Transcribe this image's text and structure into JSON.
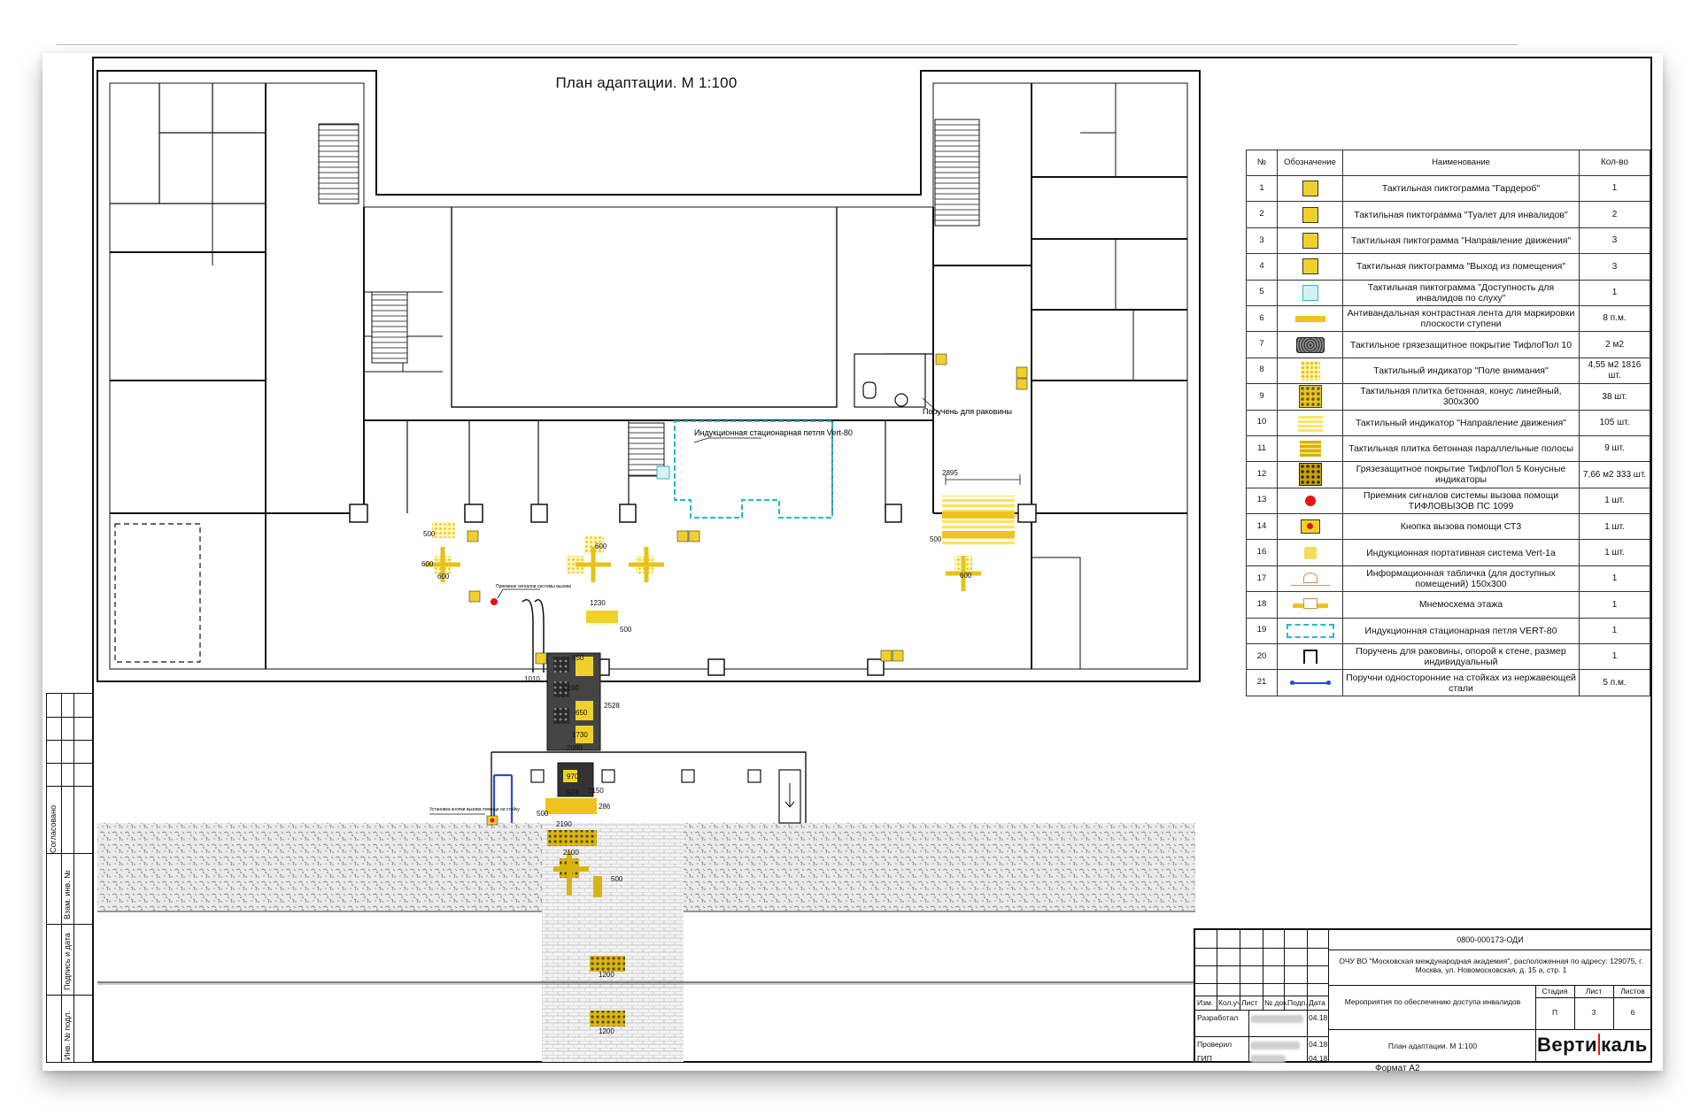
{
  "plan": {
    "title": "План адаптации. М 1:100",
    "annotations": {
      "induction_loop": "Индукционная стационарная петля Vert-80",
      "sink_handrail": "Поручень для раковины",
      "receiver_note": "Приемник сигналов системы вызова",
      "button_note": "Установка кнопки вызова помощи на стойку"
    },
    "dimensions": {
      "d2895": "2895",
      "d500a": "500",
      "d600a": "600",
      "d600b": "600",
      "d600c": "600",
      "d500b": "500",
      "d600d": "600",
      "d1230": "1230",
      "d500c": "500",
      "d650a": "650",
      "d1010": "1010",
      "d2190a": "2190",
      "d650b": "650",
      "d2528": "2528",
      "d1730": "1730",
      "d2090": "2090",
      "d970": "970",
      "d2150": "2150",
      "d286": "286",
      "d924": "924",
      "d2190b": "2190",
      "d500d": "500",
      "d2100": "2100",
      "d500e": "500",
      "d1200a": "1200",
      "d1200b": "1200"
    }
  },
  "legend": {
    "headers": {
      "no": "№",
      "symbol": "Обозначение",
      "name": "Наименование",
      "qty": "Кол-во"
    },
    "rows": [
      {
        "no": "1",
        "symbol": "pictogram-wardrobe-icon",
        "name": "Тактильная пиктограмма \"Гардероб\"",
        "qty": "1"
      },
      {
        "no": "2",
        "symbol": "pictogram-toilet-icon",
        "name": "Тактильная пиктограмма \"Туалет для инвалидов\"",
        "qty": "2"
      },
      {
        "no": "3",
        "symbol": "pictogram-direction-icon",
        "name": "Тактильная пиктограмма \"Направление движения\"",
        "qty": "3"
      },
      {
        "no": "4",
        "symbol": "pictogram-exit-icon",
        "name": "Тактильная пиктограмма \"Выход из помещения\"",
        "qty": "3"
      },
      {
        "no": "5",
        "symbol": "pictogram-hearing-icon",
        "name": "Тактильная пиктограмма \"Доступность для инвалидов по слуху\"",
        "qty": "1"
      },
      {
        "no": "6",
        "symbol": "contrast-tape-icon",
        "name": "Антивандальная контрастная лента для маркировки плоскости ступени",
        "qty": "8 п.м."
      },
      {
        "no": "7",
        "symbol": "dirt-coating-icon",
        "name": "Тактильное грязезащитное покрытие ТифлоПол 10",
        "qty": "2 м2"
      },
      {
        "no": "8",
        "symbol": "attention-field-icon",
        "name": "Тактильный индикатор \"Поле внимания\"",
        "qty": "4,55 м2 1816 шт."
      },
      {
        "no": "9",
        "symbol": "concrete-cone-tile-icon",
        "name": "Тактильная плитка бетонная, конус линейный, 300x300",
        "qty": "38 шт."
      },
      {
        "no": "10",
        "symbol": "direction-indicator-icon",
        "name": "Тактильный индикатор \"Направление движения\"",
        "qty": "105 шт."
      },
      {
        "no": "11",
        "symbol": "parallel-stripes-tile-icon",
        "name": "Тактильная плитка бетонная параллельные полосы",
        "qty": "9 шт."
      },
      {
        "no": "12",
        "symbol": "cone-indicators-coating-icon",
        "name": "Грязезащитное покрытие ТифлоПол 5 Конусные индикаторы",
        "qty": "7,66 м2 333 шт."
      },
      {
        "no": "13",
        "symbol": "signal-receiver-icon",
        "name": "Приемник сигналов системы вызова помощи ТИФЛОВЫЗОВ ПС 1099",
        "qty": "1 шт."
      },
      {
        "no": "14",
        "symbol": "call-button-icon",
        "name": "Кнопка вызова помощи СТ3",
        "qty": "1 шт."
      },
      {
        "no": "16",
        "symbol": "portable-induction-icon",
        "name": "Индукционная портативная система Vert-1а",
        "qty": "1 шт."
      },
      {
        "no": "17",
        "symbol": "info-plate-icon",
        "name": "Информационная табличка (для доступных помещений) 150x300",
        "qty": "1"
      },
      {
        "no": "18",
        "symbol": "mnemonic-scheme-icon",
        "name": "Мнемосхема этажа",
        "qty": "1"
      },
      {
        "no": "19",
        "symbol": "induction-loop-icon",
        "name": "Индукционная стационарная петля VERT-80",
        "qty": "1"
      },
      {
        "no": "20",
        "symbol": "sink-handrail-icon",
        "name": "Поручень для раковины, опорой к стене, размер индивидуальный",
        "qty": "1"
      },
      {
        "no": "21",
        "symbol": "steel-handrail-icon",
        "name": "Поручни односторонние на стойках из нержавеющей стали",
        "qty": "5 п.м."
      }
    ]
  },
  "title_block": {
    "code": "0800-000173-ОДИ",
    "org": "ОЧУ ВО \"Московская международная академия\", расположенная по адресу: 129075, г. Москва, ул. Новомосковская, д. 15 а, стр. 1",
    "cols": {
      "izm": "Изм.",
      "kol": "Кол.уч",
      "list": "Лист",
      "doc": "№ док.",
      "podp": "Подп.",
      "date": "Дата"
    },
    "roles": [
      {
        "role": "Разработал",
        "date": "04.18"
      },
      {
        "role": "Проверил",
        "date": "04.18"
      },
      {
        "role": "ГИП",
        "date": "04.18"
      }
    ],
    "work": "Мероприятия по обеспечению доступа инвалидов",
    "sheet_name": "План адаптации. М 1:100",
    "stage_label": "Стадия",
    "sheet_label": "Лист",
    "sheets_label": "Листов",
    "stage": "П",
    "sheet": "3",
    "sheets": "6",
    "brand": {
      "part1": "Верти",
      "part2": "каль"
    },
    "format": "Формат А2"
  },
  "stamp": {
    "agreed": "Согласовано",
    "inv_replace": "Взам. инв. №",
    "sign_date": "Подпись и дата",
    "inv_orig": "Инв. № подл."
  },
  "colors": {
    "tactile_yellow": "#f0d12a",
    "loop_cyan": "#2ab7c9",
    "alarm_red": "#e31414",
    "handrail_blue": "#2a4ad0",
    "brand_accent": "#e31414"
  }
}
